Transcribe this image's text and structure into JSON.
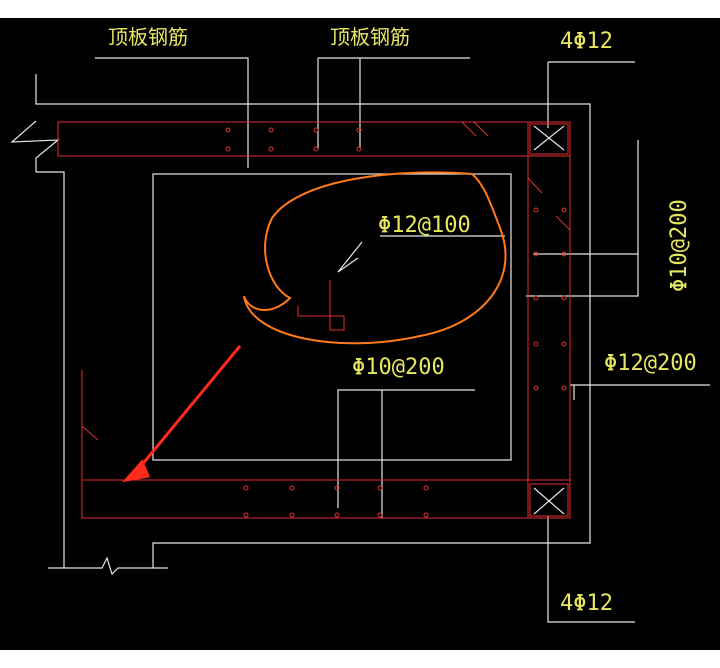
{
  "colors": {
    "background": "#000000",
    "outline": "#e6e6e6",
    "rebar": "#e03030",
    "text": "#e8e860",
    "annotation": "#ff7a1a",
    "arrow": "#ff2a1a"
  },
  "labels": {
    "top_left": "顶板钢筋",
    "top_mid": "顶板钢筋",
    "corner_top": "4Φ12",
    "corner_bottom": "4Φ12",
    "circled": "Φ12@100",
    "bottom_bar": "Φ10@200",
    "right_vertical": "Φ10@200",
    "right_horizontal": "Φ12@200"
  }
}
